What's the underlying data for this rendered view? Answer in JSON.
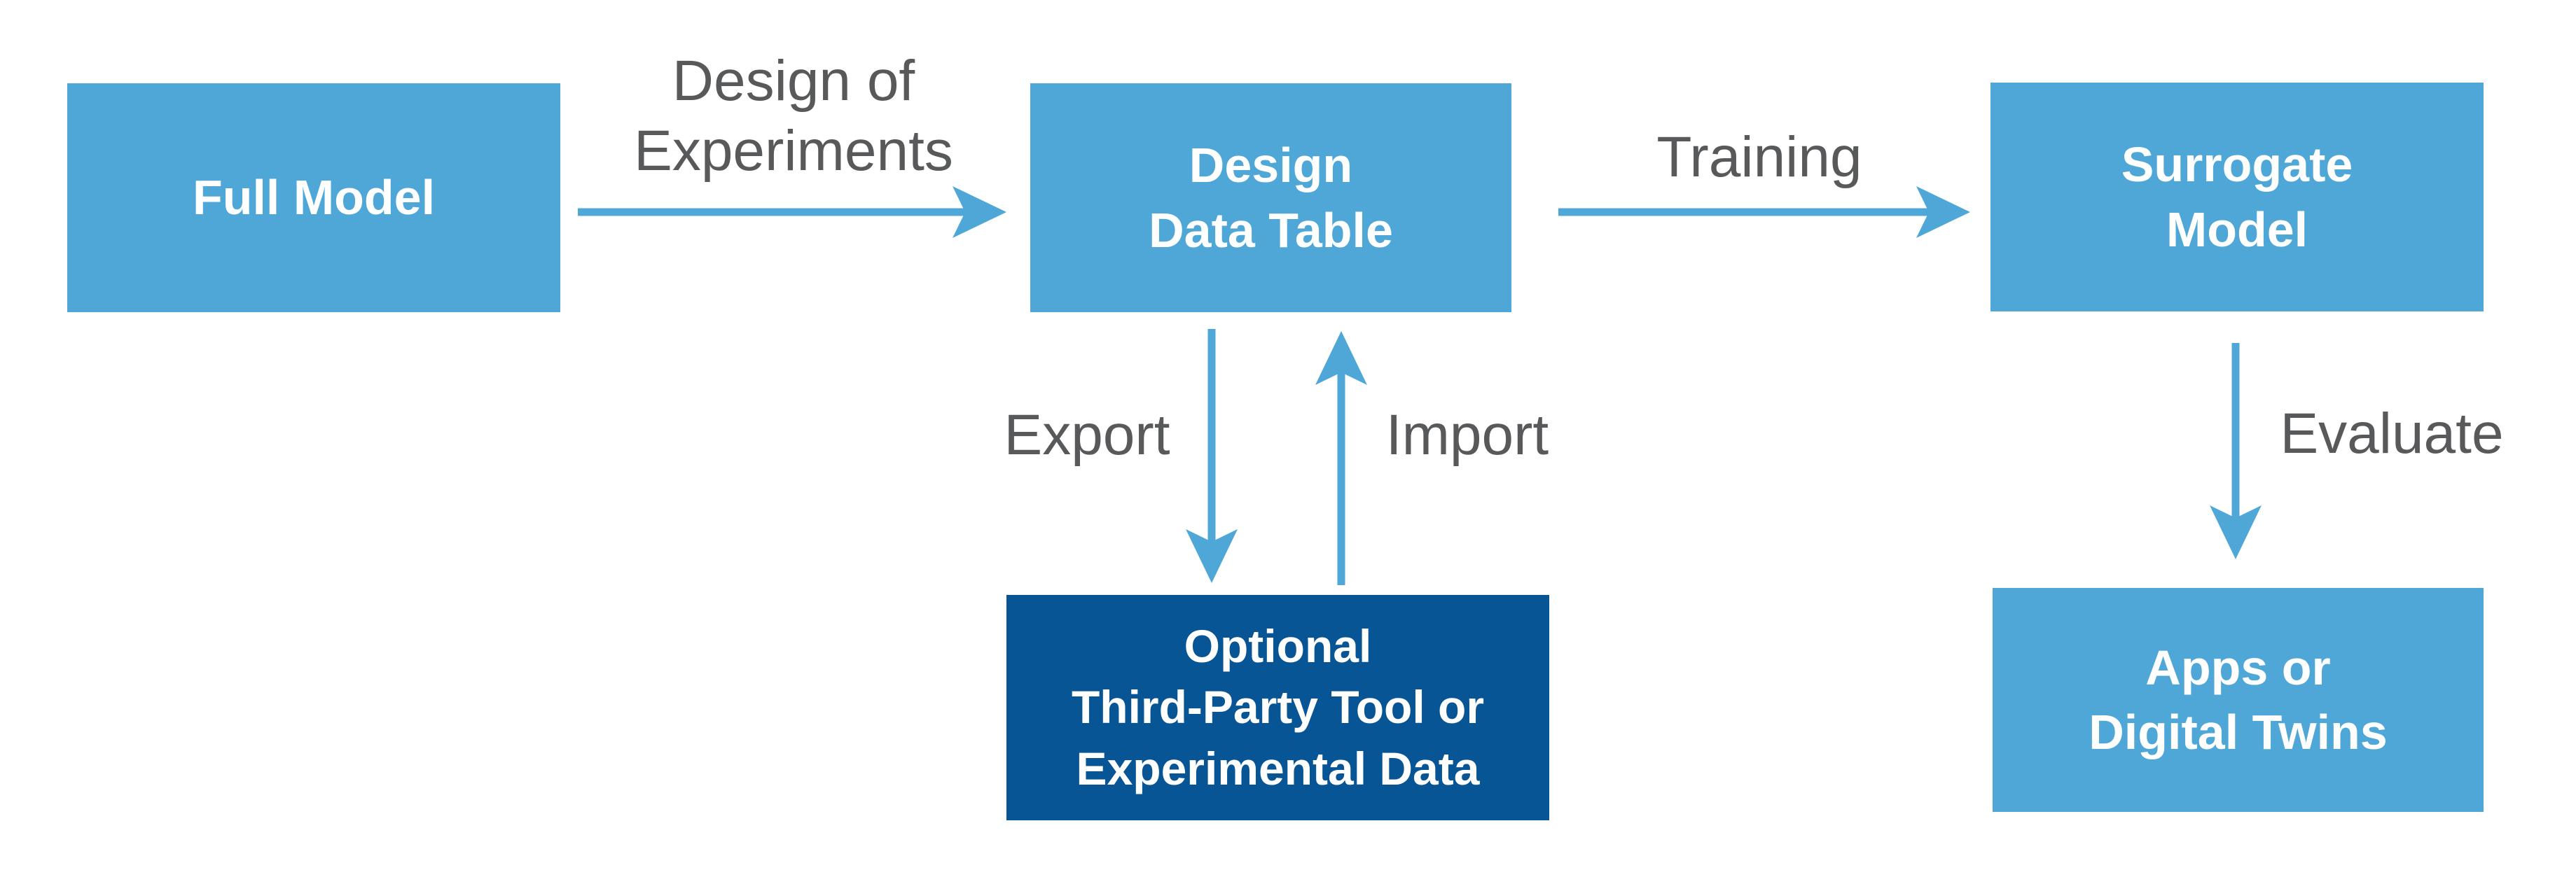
{
  "diagram": {
    "colors": {
      "background": "#ffffff",
      "node_fill": "#4FA7D8",
      "node_fill_dark": "#085596",
      "node_text": "#ffffff",
      "label_text": "#58595B",
      "arrow": "#4FA7D8"
    },
    "nodes": {
      "full_model": {
        "label": "Full Model"
      },
      "design_data_table": {
        "label": "Design\nData Table"
      },
      "surrogate_model": {
        "label": "Surrogate\nModel"
      },
      "optional_tool": {
        "label": "Optional\nThird-Party Tool or\nExperimental Data"
      },
      "apps_twins": {
        "label": "Apps or\nDigital Twins"
      }
    },
    "edge_labels": {
      "design_of_experiments": {
        "label": "Design of\nExperiments"
      },
      "training": {
        "label": "Training"
      },
      "export": {
        "label": "Export"
      },
      "import": {
        "label": "Import"
      },
      "evaluate": {
        "label": "Evaluate"
      }
    }
  }
}
